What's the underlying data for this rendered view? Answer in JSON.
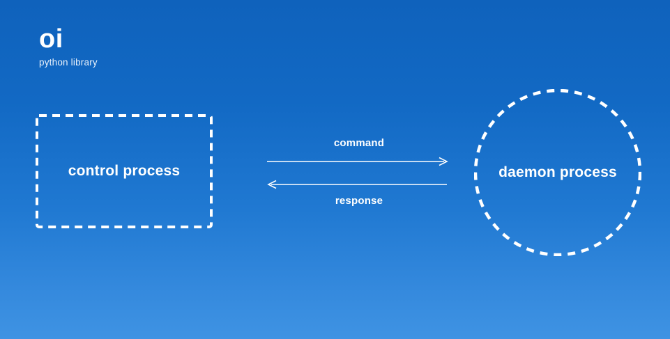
{
  "theme": {
    "background_top": "#0f62bc",
    "background_bottom": "#3f93e3",
    "foreground": "#ffffff",
    "subtitle_color": "#eaf2fb"
  },
  "logo": {
    "mark": "oi",
    "subtitle": "python library"
  },
  "diagram": {
    "type": "flow",
    "nodes": [
      {
        "id": "control",
        "label": "control process",
        "shape": "dashed-rectangle"
      },
      {
        "id": "daemon",
        "label": "daemon process",
        "shape": "dashed-circle"
      }
    ],
    "edges": [
      {
        "id": "command",
        "label": "command",
        "from": "control",
        "to": "daemon",
        "direction": "right"
      },
      {
        "id": "response",
        "label": "response",
        "from": "daemon",
        "to": "control",
        "direction": "left"
      }
    ]
  }
}
